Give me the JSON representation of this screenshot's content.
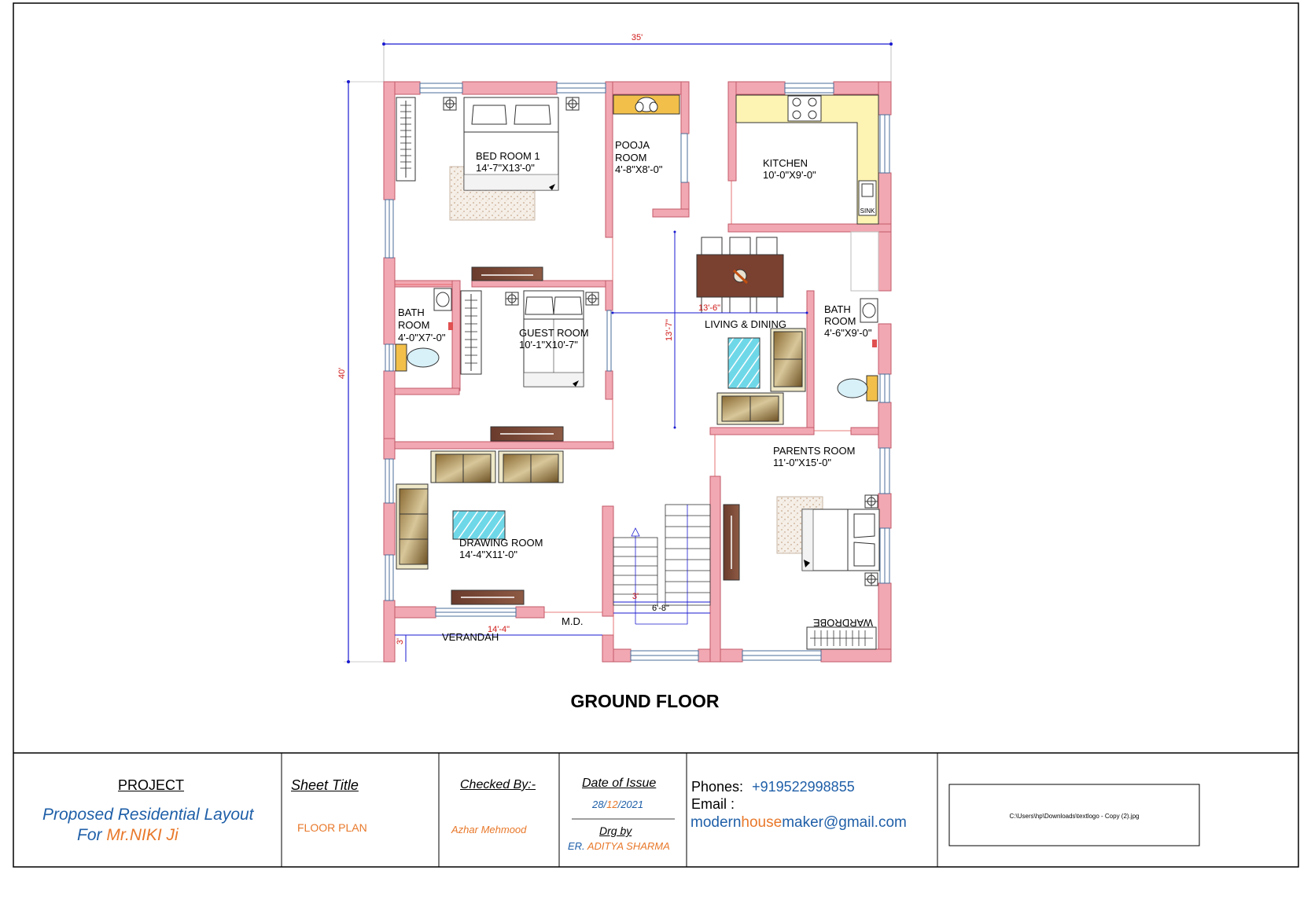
{
  "drawing": {
    "title": "GROUND FLOOR",
    "overall_width": "35'",
    "overall_depth": "40'",
    "rooms": {
      "bed_room_1": {
        "name": "BED ROOM 1",
        "size": "14'-7\"X13'-0\""
      },
      "pooja": {
        "name_line1": "POOJA",
        "name_line2": "ROOM",
        "size": "4'-8\"X8'-0\""
      },
      "kitchen": {
        "name": "KITCHEN",
        "size": "10'-0\"X9'-0\"",
        "sink": "SINK"
      },
      "bath_left": {
        "name_line1": "BATH",
        "name_line2": "ROOM",
        "size": "4'-0\"X7'-0\""
      },
      "guest": {
        "name": "GUEST ROOM",
        "size": "10'-1\"X10'-7\""
      },
      "living": {
        "name": "LIVING & DINING",
        "dim_h": "13'-6\"",
        "dim_v": "13'-7\""
      },
      "bath_right": {
        "name_line1": "BATH",
        "name_line2": "ROOM",
        "size": "4'-6\"X9'-0\""
      },
      "parents": {
        "name": "PARENTS ROOM",
        "size": "11'-0\"X15'-0\""
      },
      "drawing_room": {
        "name": "DRAWING ROOM",
        "size": "14'-4\"X11'-0\""
      },
      "stair": {
        "width": "3'",
        "length": "6'-8\""
      },
      "verandah": {
        "name": "VERANDAH",
        "width": "14'-4\"",
        "depth": "3'"
      },
      "main_door": "M.D.",
      "wardrobe": "WARDROBE"
    }
  },
  "title_block": {
    "project_heading": "PROJECT",
    "project_line1": "Proposed Residential Layout",
    "project_line2_a": "For ",
    "project_line2_b": "Mr.NIKI Ji",
    "sheet_title_heading": "Sheet Title",
    "sheet_title": "FLOOR PLAN",
    "checked_by_heading": "Checked By:-",
    "checked_by": "Azhar Mehmood",
    "date_heading": "Date of Issue",
    "date_day": "28",
    "date_month": "12",
    "date_year": "2021",
    "drawn_by_heading": "Drg by",
    "drawn_by_prefix": "ER. ",
    "drawn_by": "ADITYA SHARMA",
    "phones_label": "Phones:",
    "phone": "+919522998855",
    "email_label": "Email :",
    "email_part1": "modern",
    "email_part2": "house",
    "email_part3": "maker@gmail.com",
    "logo_path": "C:\\Users\\hp\\Downloads\\textlogo - Copy (2).jpg"
  },
  "colors": {
    "wall": "#f2a8b2",
    "wall_stroke": "#c25a6a",
    "title_blue": "#1f5fa8",
    "title_orange": "#e8782a",
    "dim_red": "#d01818",
    "dim_blue": "#1a1ad0"
  }
}
